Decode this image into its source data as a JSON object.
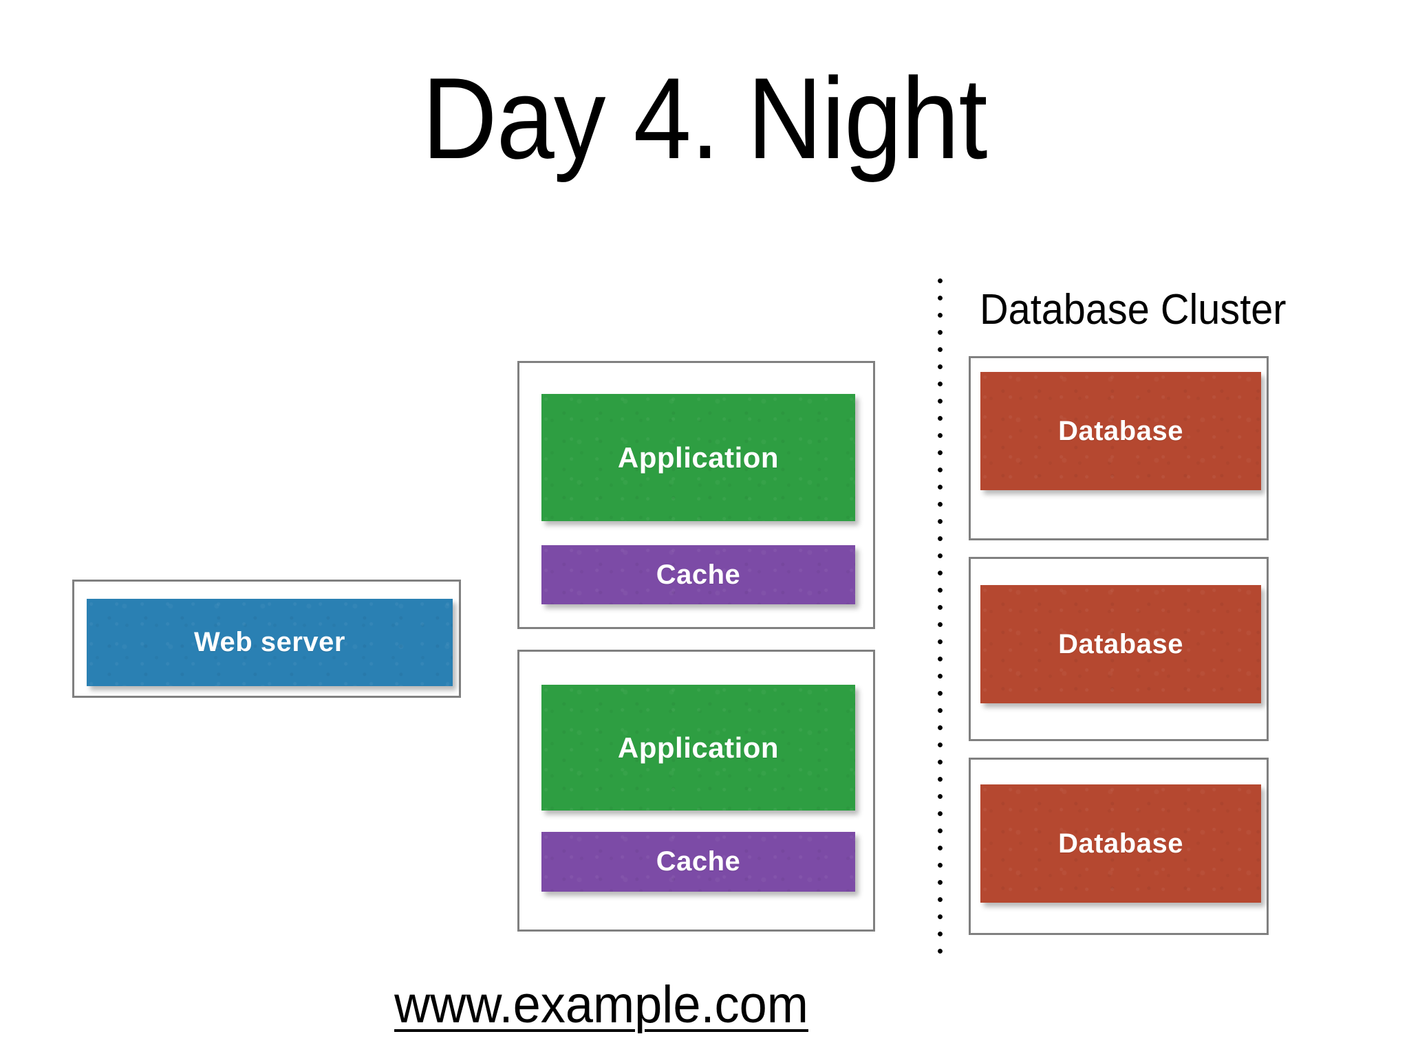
{
  "slide": {
    "title": "Day 4. Night",
    "footer_url": "www.example.com",
    "background_color": "#ffffff"
  },
  "web_tier": {
    "server": {
      "label": "Web server",
      "color": "#2a80b3"
    }
  },
  "app_tier": {
    "nodes": [
      {
        "application": {
          "label": "Application",
          "color": "#2e9e42"
        },
        "cache": {
          "label": "Cache",
          "color": "#7c4ba6"
        }
      },
      {
        "application": {
          "label": "Application",
          "color": "#2e9e42"
        },
        "cache": {
          "label": "Cache",
          "color": "#7c4ba6"
        }
      }
    ]
  },
  "database_cluster": {
    "label": "Database Cluster",
    "border_color": "#808080",
    "nodes": [
      {
        "label": "Database",
        "color": "#b54830"
      },
      {
        "label": "Database",
        "color": "#b54830"
      },
      {
        "label": "Database",
        "color": "#b54830"
      }
    ]
  },
  "divider": {
    "style": "dotted",
    "color": "#000000"
  }
}
